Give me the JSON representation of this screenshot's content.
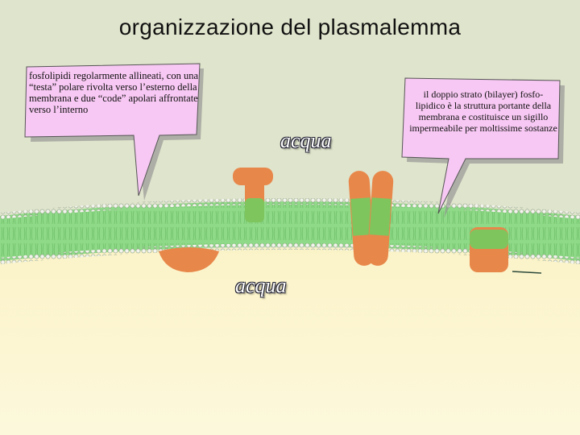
{
  "title": "organizzazione del plasmalemma",
  "callouts": {
    "left": "fosfolipidi regolarmente allineati, con una “testa” polare rivolta verso l’esterno della membrana e due “code” apolari affrontate verso l’interno",
    "right": "il doppio strato (bilayer) fosfo- lipidico è la struttura portante della membrana e costituisce un sigillo impermeabile per moltissime sostanze"
  },
  "labels": {
    "water_outside": "acqua",
    "water_inside": "acqua"
  },
  "colors": {
    "outside_background": "#dfe4cc",
    "inside_background": "#fbf6d2",
    "membrane": "#8fda88",
    "protein": "#e8874a",
    "protein_hydrophobic": "#7fc55e",
    "callout_fill": "#f7c8f3"
  }
}
